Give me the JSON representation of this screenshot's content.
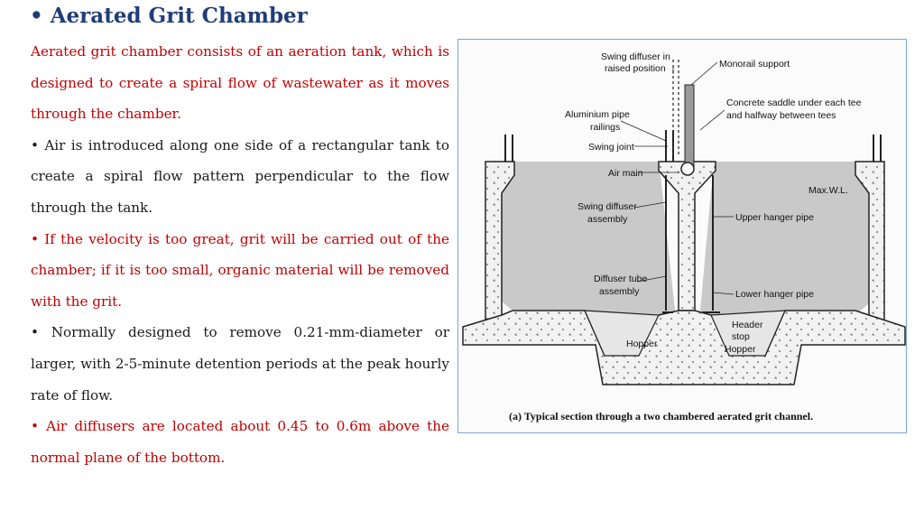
{
  "slide": {
    "bullet": "•",
    "title": "Aerated Grit Chamber",
    "paragraphs": [
      {
        "text": "Aerated grit chamber consists of an aeration tank, which is designed to create a spiral flow of wastewater as it moves through the chamber.",
        "color": "#c00000"
      },
      {
        "text": "• Air is introduced along one side of a rectangular tank to create a spiral flow pattern perpendicular to the flow through the tank.",
        "color": "#1a1a1a"
      },
      {
        "text": "• If the velocity is too great, grit will be carried out of the chamber; if it is too small, organic material will be removed with the grit.",
        "color": "#c00000"
      },
      {
        "text": "• Normally designed to remove 0.21-mm-diameter or larger, with 2-5-minute detention periods at the peak hourly rate of flow.",
        "color": "#1a1a1a"
      },
      {
        "text": "• Air diffusers are located about 0.45 to 0.6m above the normal plane of the bottom.",
        "color": "#c00000"
      }
    ]
  },
  "figure": {
    "labels": {
      "swing_diffuser_raised_1": "Swing diffuser in",
      "swing_diffuser_raised_2": "raised position",
      "monorail": "Monorail support",
      "concrete_1": "Concrete saddle under each tee",
      "concrete_2": "and halfway between tees",
      "railings_1": "Aluminium pipe",
      "railings_2": "railings",
      "swing_joint": "Swing joint",
      "air_main": "Air main",
      "max_wl": "Max.W.L.",
      "swing_assembly_1": "Swing diffuser",
      "swing_assembly_2": "assembly",
      "upper_hanger": "Upper hanger pipe",
      "diffuser_tube_1": "Diffuser tube",
      "diffuser_tube_2": "assembly",
      "lower_hanger": "Lower hanger pipe",
      "header": "Header",
      "stop": "stop",
      "hopper_left": "Hopper",
      "hopper_right": "Hopper"
    },
    "caption": "(a) Typical section through a two chambered aerated grit channel."
  },
  "colors": {
    "title": "#1f3d7a",
    "red_text": "#c00000",
    "dark_text": "#1a1a1a",
    "figure_border": "#7aa6d8",
    "water": "#c9c9c9",
    "concrete": "#f2f2f2"
  }
}
